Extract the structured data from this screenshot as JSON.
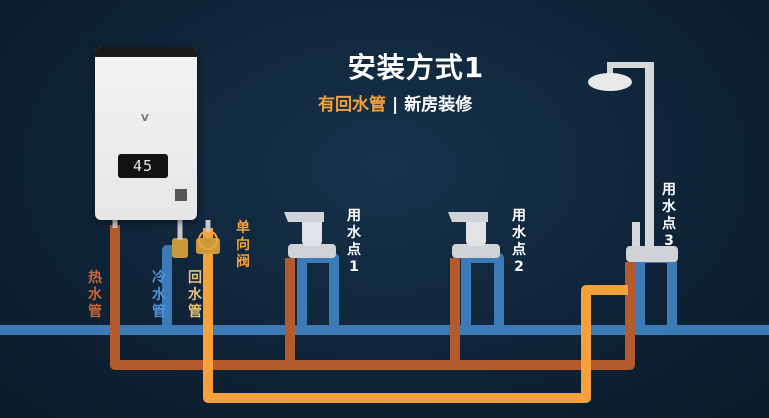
{
  "title": "安装方式1",
  "subtitle": {
    "left": "有回水管",
    "divider": "|",
    "right": "新房装修"
  },
  "heater": {
    "display": "45"
  },
  "labels": {
    "hot_pipe": "热水管",
    "cold_pipe": "冷水管",
    "return_pipe": "回水管",
    "check_valve": "单向阀",
    "point1": "用水点1",
    "point2": "用水点2",
    "point3": "用水点3"
  },
  "colors": {
    "background": "#0f2438",
    "hot": "#b35a2e",
    "cold": "#3d7ab8",
    "return": "#f5a03a",
    "label_text": "#ffffff"
  }
}
